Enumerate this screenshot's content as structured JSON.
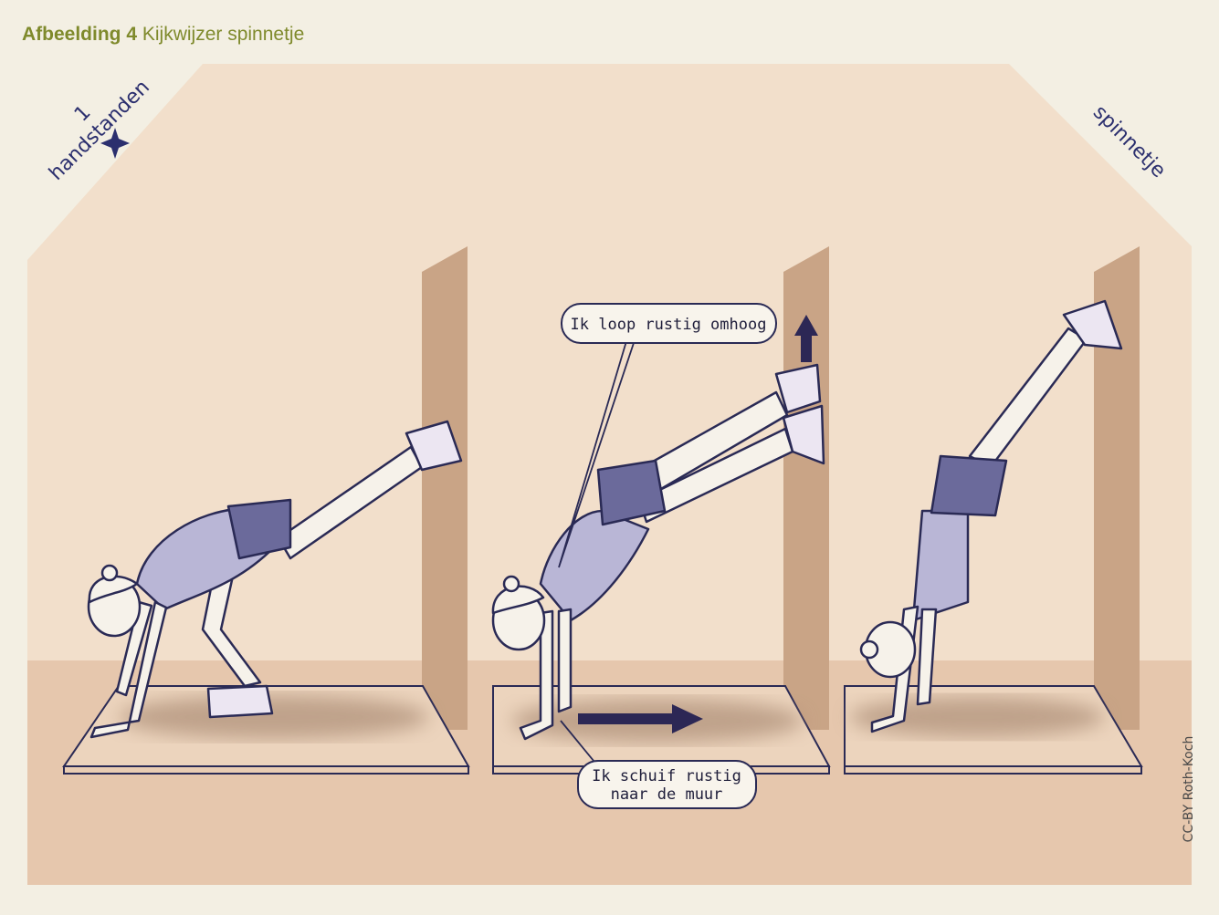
{
  "caption": {
    "label": "Afbeelding 4",
    "title": "Kijkwijzer spinnetje"
  },
  "corner_left": {
    "number": "1",
    "text": "handstanden",
    "icon": "star-icon"
  },
  "corner_right": {
    "text": "spinnetje"
  },
  "bubbles": {
    "top": "Ik loop rustig omhoog",
    "bottom_line1": "Ik schuif rustig",
    "bottom_line2": "naar de muur"
  },
  "credit": "CC-BY  Roth-Koch",
  "colors": {
    "caption": "#7f8a2c",
    "background": "#f3efe3",
    "wall": "#f2dfcb",
    "floor": "#e6c7ad",
    "wall_side": "#c9a486",
    "arrow": "#2c2755",
    "shirt": "#b9b6d6",
    "shorts": "#6b6a9b",
    "outline": "#2a2a55"
  }
}
